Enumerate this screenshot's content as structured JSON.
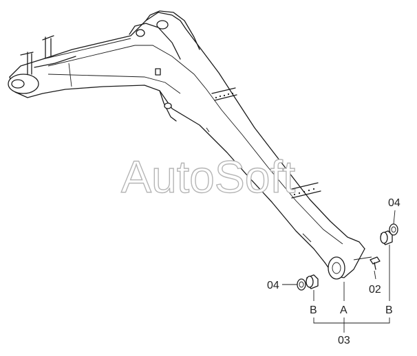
{
  "callouts": {
    "part_04_top": "04",
    "part_04_left": "04",
    "part_02": "02",
    "part_03": "03",
    "ref_a": "A",
    "ref_b_left": "B",
    "ref_b_right": "B"
  },
  "watermark": "AutoSoft"
}
